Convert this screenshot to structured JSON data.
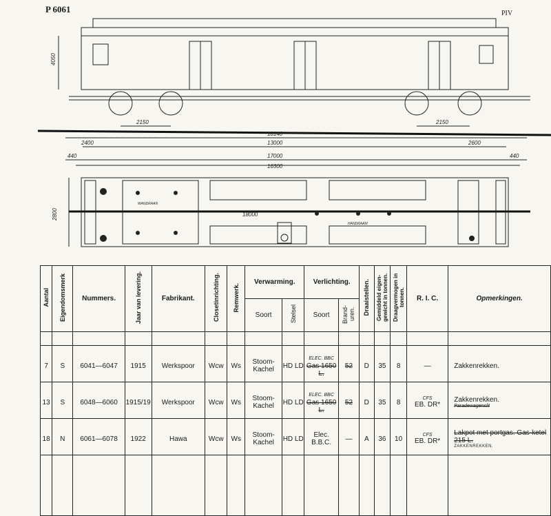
{
  "header": {
    "doc_id": "P 6061",
    "plate": "PIV"
  },
  "elevation": {
    "height_label": "4050",
    "bogie_left_label": "2150",
    "bogie_right_label": "2150",
    "dims": [
      "18140",
      "2400",
      "13000",
      "2600",
      "440",
      "17000",
      "16300",
      "440"
    ]
  },
  "plan": {
    "width_label": "2800",
    "center_label": "18000",
    "left_room_label": "WANDRAAN",
    "right_room_label": "HANDRAAM"
  },
  "table": {
    "headers": {
      "aantal": "Aantal",
      "eigendomsmerk": "Eigendomsmerk",
      "nummers": "Nummers.",
      "jaar": "Jaar van levering.",
      "fabrikant": "Fabrikant.",
      "closet": "Closetinrichting.",
      "remwerk": "Remwerk.",
      "verwarming": "Verwarming.",
      "verlichting": "Verlichting.",
      "soort1": "Soort",
      "stelsel": "Stelsel",
      "soort2": "Soort",
      "branduren": "Brand-uren.",
      "draaistellen": "Draaistellen.",
      "gewicht": "Gemiddeld eigen-gewicht in tonnen.",
      "draagvermogen": "Draagvermogen in tonnen.",
      "ric": "R. I. C.",
      "opmerkingen": "Opmerkingen."
    },
    "rows": [
      {
        "aantal": "7",
        "merk": "S",
        "nummers": "6041—6047",
        "jaar": "1915",
        "fabrikant": "Werkspoor",
        "closet": "Wcw",
        "rem": "Ws",
        "verwarming_soort": "Stoom-Kachel",
        "stelsel": "HD LD",
        "verlichting_note": "ELEC. BBC",
        "verlichting_soort": "Gas 1650 L.",
        "branduren": "52",
        "draaistellen": "D",
        "gewicht": "35",
        "draagvermogen": "8",
        "ric": "—",
        "ric_note": "",
        "opmerkingen": "Zakkenrekken.",
        "opmerkingen_note": ""
      },
      {
        "aantal": "13",
        "merk": "S",
        "nummers": "6048—6060",
        "jaar": "1915/19",
        "fabrikant": "Werkspoor",
        "closet": "Wcw",
        "rem": "Ws",
        "verwarming_soort": "Stoom-Kachel",
        "stelsel": "HD LD",
        "verlichting_note": "ELEC. BBC",
        "verlichting_soort": "Gas 1650 L.",
        "branduren": "52",
        "draaistellen": "D",
        "gewicht": "35",
        "draagvermogen": "8",
        "ric": "EB. DR*",
        "ric_note": "CFS",
        "opmerkingen": "Zakkenrekken.",
        "opmerkingen_note": "Paradewagenslit"
      },
      {
        "aantal": "18",
        "merk": "N",
        "nummers": "6061—6078",
        "jaar": "1922",
        "fabrikant": "Hawa",
        "closet": "Wcw",
        "rem": "Ws",
        "verwarming_soort": "Stoom-Kachel",
        "stelsel": "HD LD",
        "verlichting_note": "",
        "verlichting_soort": "Elec. B.B.C.",
        "branduren": "—",
        "draaistellen": "A",
        "gewicht": "36",
        "draagvermogen": "10",
        "ric": "EB. DR*",
        "ric_note": "CFS",
        "opmerkingen": "Lakpot met portgas. Gas-ketel 215 L.",
        "opmerkingen_note": "ZAKKENREKKEN."
      }
    ]
  }
}
